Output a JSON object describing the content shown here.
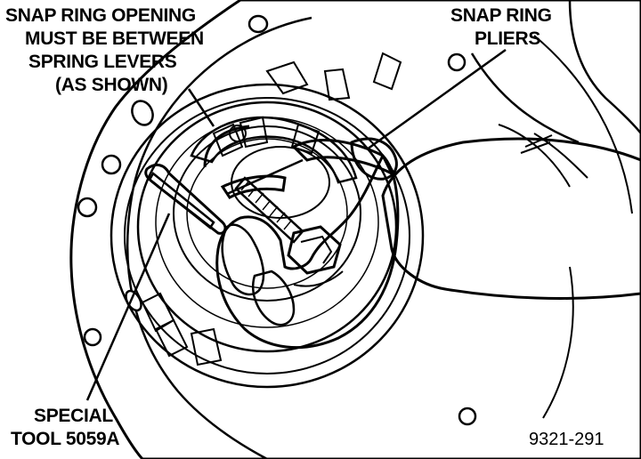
{
  "labels": {
    "snap_ring_opening": [
      "SNAP RING OPENING",
      "MUST BE BETWEEN",
      "SPRING LEVERS",
      "(AS SHOWN)"
    ],
    "snap_ring_pliers": [
      "SNAP RING",
      "PLIERS"
    ],
    "special_tool": [
      "SPECIAL",
      "TOOL 5059A"
    ]
  },
  "figure_number": "9321-291",
  "colors": {
    "ink": "#000000",
    "paper": "#ffffff"
  }
}
